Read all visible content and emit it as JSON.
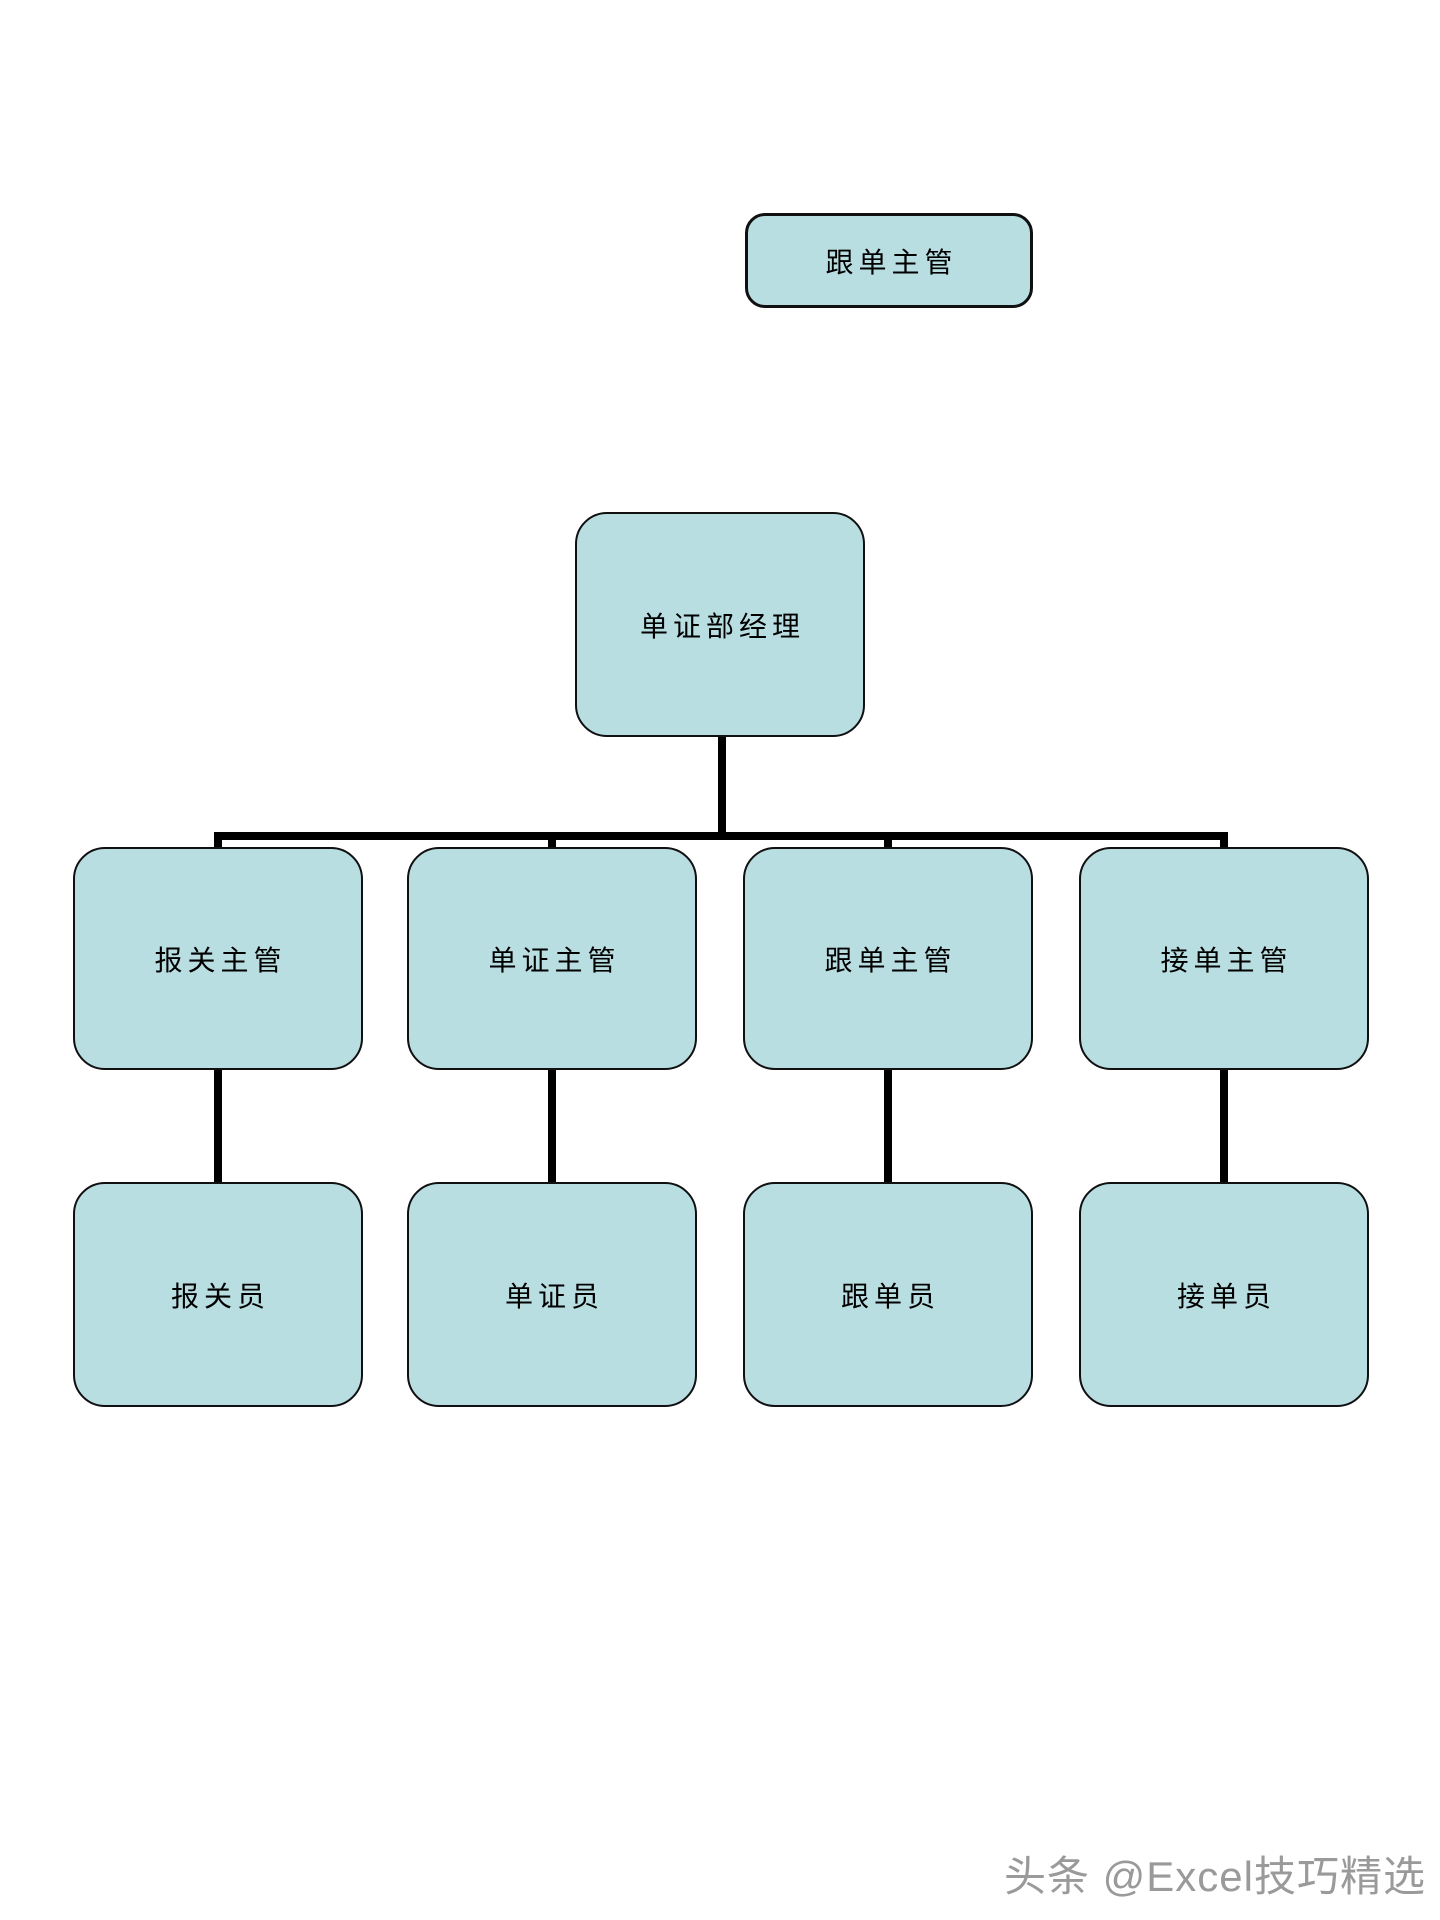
{
  "theme": {
    "node-fill": "#b9dee2",
    "node-border": "#101010",
    "connector-color": "#000000",
    "node-text-color": "#000000",
    "watermark-color": "#9a9a9a",
    "page-bg": "#ffffff"
  },
  "diagram": {
    "type": "org-chart",
    "top_node": {
      "label": "跟单主管"
    },
    "root": {
      "label": "单证部经理"
    },
    "level2": [
      {
        "label": "报关主管"
      },
      {
        "label": "单证主管"
      },
      {
        "label": "跟单主管"
      },
      {
        "label": "接单主管"
      }
    ],
    "level3": [
      {
        "label": "报关员"
      },
      {
        "label": "单证员"
      },
      {
        "label": "跟单员"
      },
      {
        "label": "接单员"
      }
    ],
    "edges": [
      {
        "from": "单证部经理",
        "to": "报关主管"
      },
      {
        "from": "单证部经理",
        "to": "单证主管"
      },
      {
        "from": "单证部经理",
        "to": "跟单主管"
      },
      {
        "from": "单证部经理",
        "to": "接单主管"
      },
      {
        "from": "报关主管",
        "to": "报关员"
      },
      {
        "from": "单证主管",
        "to": "单证员"
      },
      {
        "from": "跟单主管",
        "to": "跟单员"
      },
      {
        "from": "接单主管",
        "to": "接单员"
      }
    ]
  },
  "watermark": {
    "text": "头条 @Excel技巧精选"
  }
}
